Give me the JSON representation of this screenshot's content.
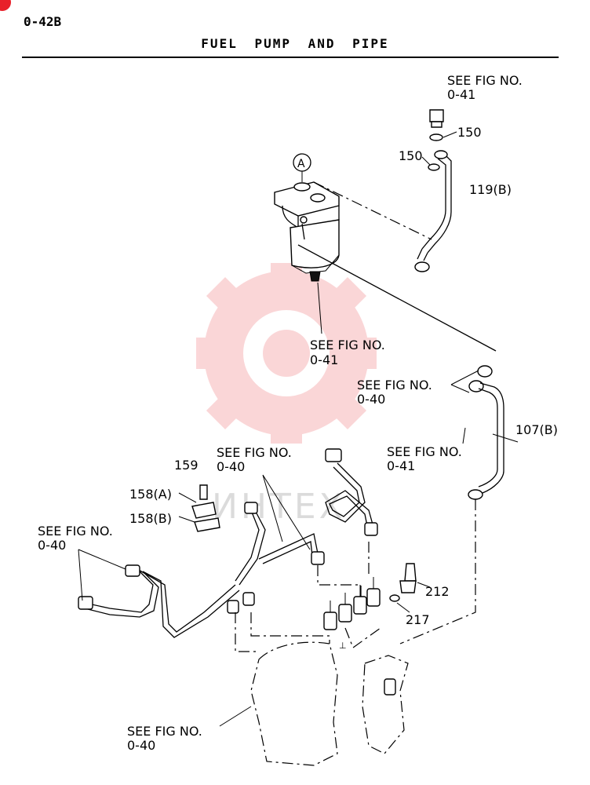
{
  "header": {
    "page_code": "0-42B",
    "title": "FUEL PUMP AND PIPE"
  },
  "callouts": {
    "ref_a": "A",
    "p150_top": "150",
    "p150_left": "150",
    "p119b": "119(B)",
    "p107b": "107(B)",
    "p159": "159",
    "p158a": "158(A)",
    "p158b": "158(B)",
    "p212": "212",
    "p217": "217"
  },
  "refs": [
    {
      "line1": "SEE FIG NO.",
      "line2": "0-41"
    },
    {
      "line1": "SEE FIG NO.",
      "line2": "0-41"
    },
    {
      "line1": "SEE FIG NO.",
      "line2": "0-40"
    },
    {
      "line1": "SEE FIG NO.",
      "line2": "0-41"
    },
    {
      "line1": "SEE FIG NO.",
      "line2": "0-40"
    },
    {
      "line1": "SEE FIG NO.",
      "line2": "0-40"
    },
    {
      "line1": "SEE FIG NO.",
      "line2": "0-40"
    }
  ],
  "watermark": {
    "text": "ИНТЕХ",
    "color": "#e8202a"
  },
  "colors": {
    "ink": "#000000",
    "badge": "#e8202a"
  }
}
